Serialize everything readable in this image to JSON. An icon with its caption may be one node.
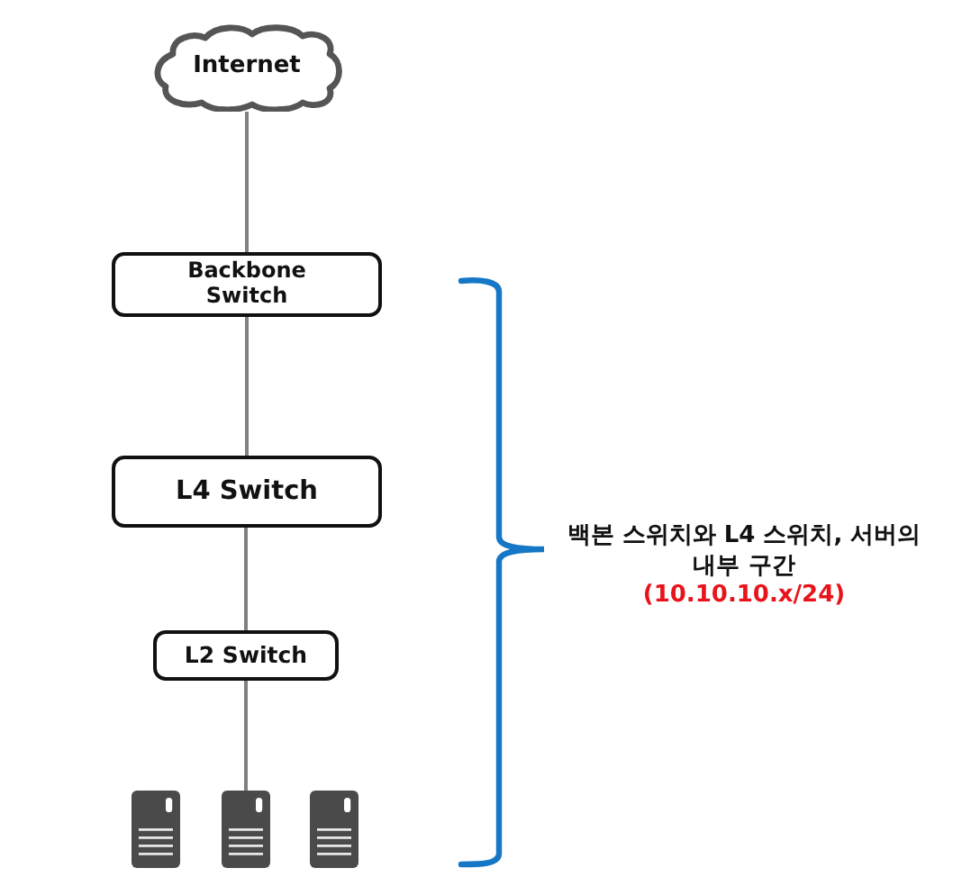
{
  "diagram": {
    "nodes": [
      {
        "text": [
          "Internet"
        ]
      },
      {
        "text": [
          "Backbone Switch"
        ]
      },
      {
        "text": [
          "L4 Switch"
        ]
      },
      {
        "text": [
          "L2 Switch"
        ]
      },
      {
        "text": [],
        "shape": "server"
      },
      {
        "text": [],
        "shape": "server"
      },
      {
        "text": [],
        "shape": "server"
      }
    ],
    "edges": [
      {
        "from": 0,
        "to": 1,
        "arrow": "none"
      },
      {
        "from": 1,
        "to": 2,
        "arrow": "none"
      },
      {
        "from": 2,
        "to": 3,
        "arrow": "none"
      },
      {
        "from": 3,
        "to": 5,
        "arrow": "none"
      }
    ],
    "labels": [
      "백본 스위치와 L4 스위치, 서버의 내부 구간",
      "(10.10.10.x/24)"
    ]
  }
}
